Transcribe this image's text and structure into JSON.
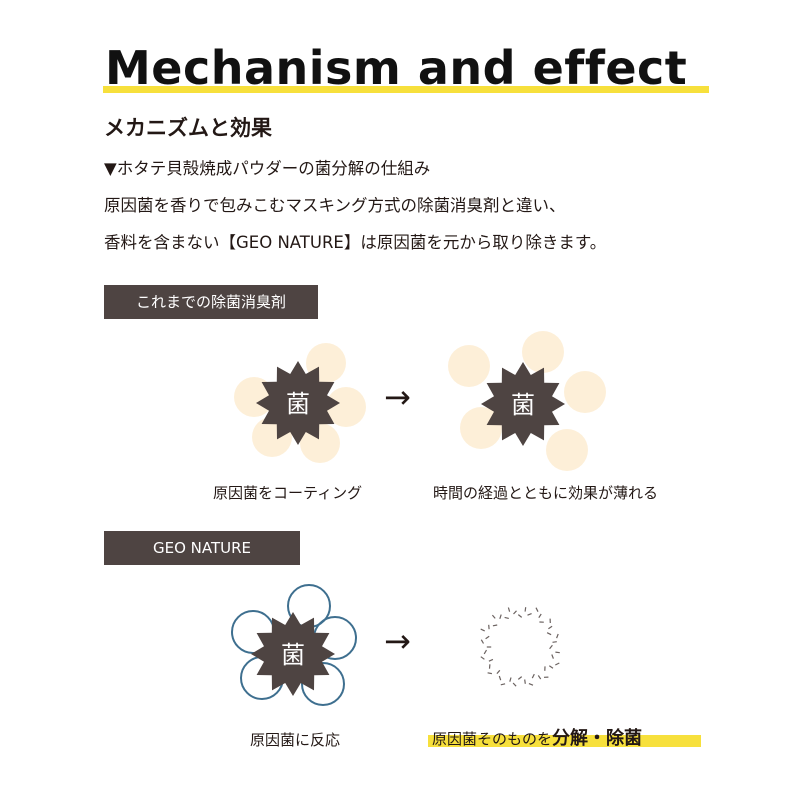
{
  "header": {
    "title": "Mechanism and effect",
    "subtitle": "メカニズムと効果"
  },
  "intro": {
    "line1": "▼ホタテ貝殻焼成パウダーの菌分解の仕組み",
    "line2": "原因菌を香りで包みこむマスキング方式の除菌消臭剤と違い、",
    "line3": "香料を含まない【GEO NATURE】は原因菌を元から取り除きます。"
  },
  "section_old": {
    "label": "これまでの除菌消臭剤",
    "germ_char": "菌",
    "arrow": "→",
    "caption_left": "原因菌をコーティング",
    "caption_right": "時間の経過とともに効果が薄れる"
  },
  "section_geo": {
    "label": "GEO NATURE",
    "germ_char": "菌",
    "arrow": "→",
    "caption_left": "原因菌に反応",
    "caption_right_prefix": "原因菌そのものを",
    "caption_right_strong": "分解・除菌"
  },
  "colors": {
    "germ": "#4e4442",
    "fragrance_circle": "#fdefd8",
    "geo_circle_stroke": "#3e6f8f",
    "highlight": "#f7e03c"
  }
}
